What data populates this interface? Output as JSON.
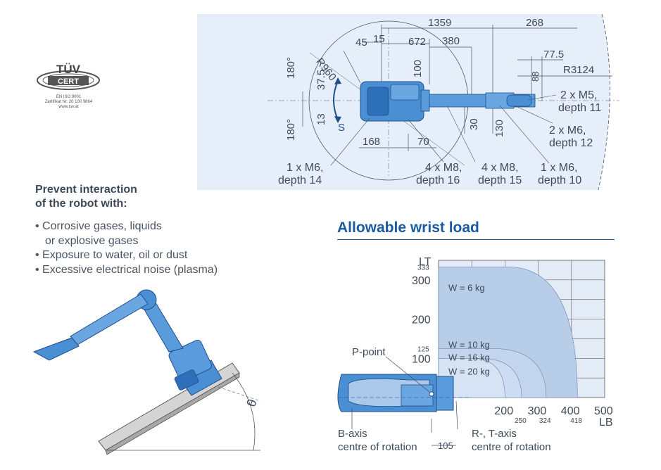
{
  "certification": {
    "logo_text_top": "TÜV",
    "logo_text_bottom": "CERT",
    "standard": "EN ISO 9001",
    "certificate": "Zertifikat Nr. 20 100 9864",
    "website": "www.tuv.at"
  },
  "colors": {
    "panel_bg": "#e6eefa",
    "robot_blue": "#4a8fd4",
    "robot_dark": "#1e4f8c",
    "title_blue": "#1a5aa0",
    "chart_light": "#cfdcef",
    "chart_mid": "#b8cde8",
    "text_gray": "#3f4a57"
  },
  "top_view": {
    "dims": {
      "d1359": "1359",
      "d268": "268",
      "d45": "45",
      "d15": "15",
      "d672": "672",
      "d380": "380",
      "d77_5": "77.5",
      "r960": "R960",
      "r3124": "R3124",
      "d100": "100",
      "d88": "88",
      "d37_5": "37.5",
      "d13": "13",
      "d30": "30",
      "d130": "130",
      "d168": "168",
      "d70": "70",
      "angle_top": "180°",
      "angle_bottom": "180°",
      "axis_s": "S"
    },
    "callouts": {
      "c1_line1": "1 x M6,",
      "c1_line2": "depth 14",
      "c2_line1": "4 x M8,",
      "c2_line2": "depth 16",
      "c3_line1": "4 x M8,",
      "c3_line2": "depth 15",
      "c4_line1": "1 x M6,",
      "c4_line2": "depth 10",
      "c5_line1": "2 x M5,",
      "c5_line2": "depth 11",
      "c6_line1": "2 x M6,",
      "c6_line2": "depth 12"
    }
  },
  "prevent": {
    "title_line1": "Prevent interaction",
    "title_line2": "of the robot with:",
    "bullet1_line1": "• Corrosive gases, liquids",
    "bullet1_line2": "or explosive gases",
    "bullet2": "• Exposure to water, oil or dust",
    "bullet3": "• Excessive electrical noise (plasma)"
  },
  "robot_illustration": {
    "angle_label": "θ"
  },
  "wrist_load": {
    "title": "Allowable wrist load"
  },
  "chart_data": {
    "type": "area",
    "title": "Allowable wrist load",
    "y_unit": "LT",
    "x_unit": "LB",
    "y_ticks": [
      "100",
      "200",
      "300"
    ],
    "y_extra_ticks": [
      "125",
      "333"
    ],
    "x_ticks": [
      "200",
      "300",
      "400",
      "500"
    ],
    "x_extra_ticks": [
      "250",
      "324",
      "418"
    ],
    "xlim": [
      0,
      500
    ],
    "ylim": [
      0,
      350
    ],
    "series": [
      {
        "name": "W = 6 kg",
        "max_lt": 333,
        "max_lb": 418
      },
      {
        "name": "W = 10 kg",
        "max_lt": 125,
        "max_lb": 324
      },
      {
        "name": "W = 16 kg",
        "max_lt": 100,
        "max_lb": 250
      },
      {
        "name": "W = 20 kg",
        "max_lt": 100,
        "max_lb": 200
      }
    ],
    "annotations": {
      "p_point": "P-point",
      "b_axis_line1": "B-axis",
      "b_axis_line2": "centre of rotation",
      "rt_axis_line1": "R-, T-axis",
      "rt_axis_line2": "centre of rotation",
      "offset": "105"
    }
  }
}
